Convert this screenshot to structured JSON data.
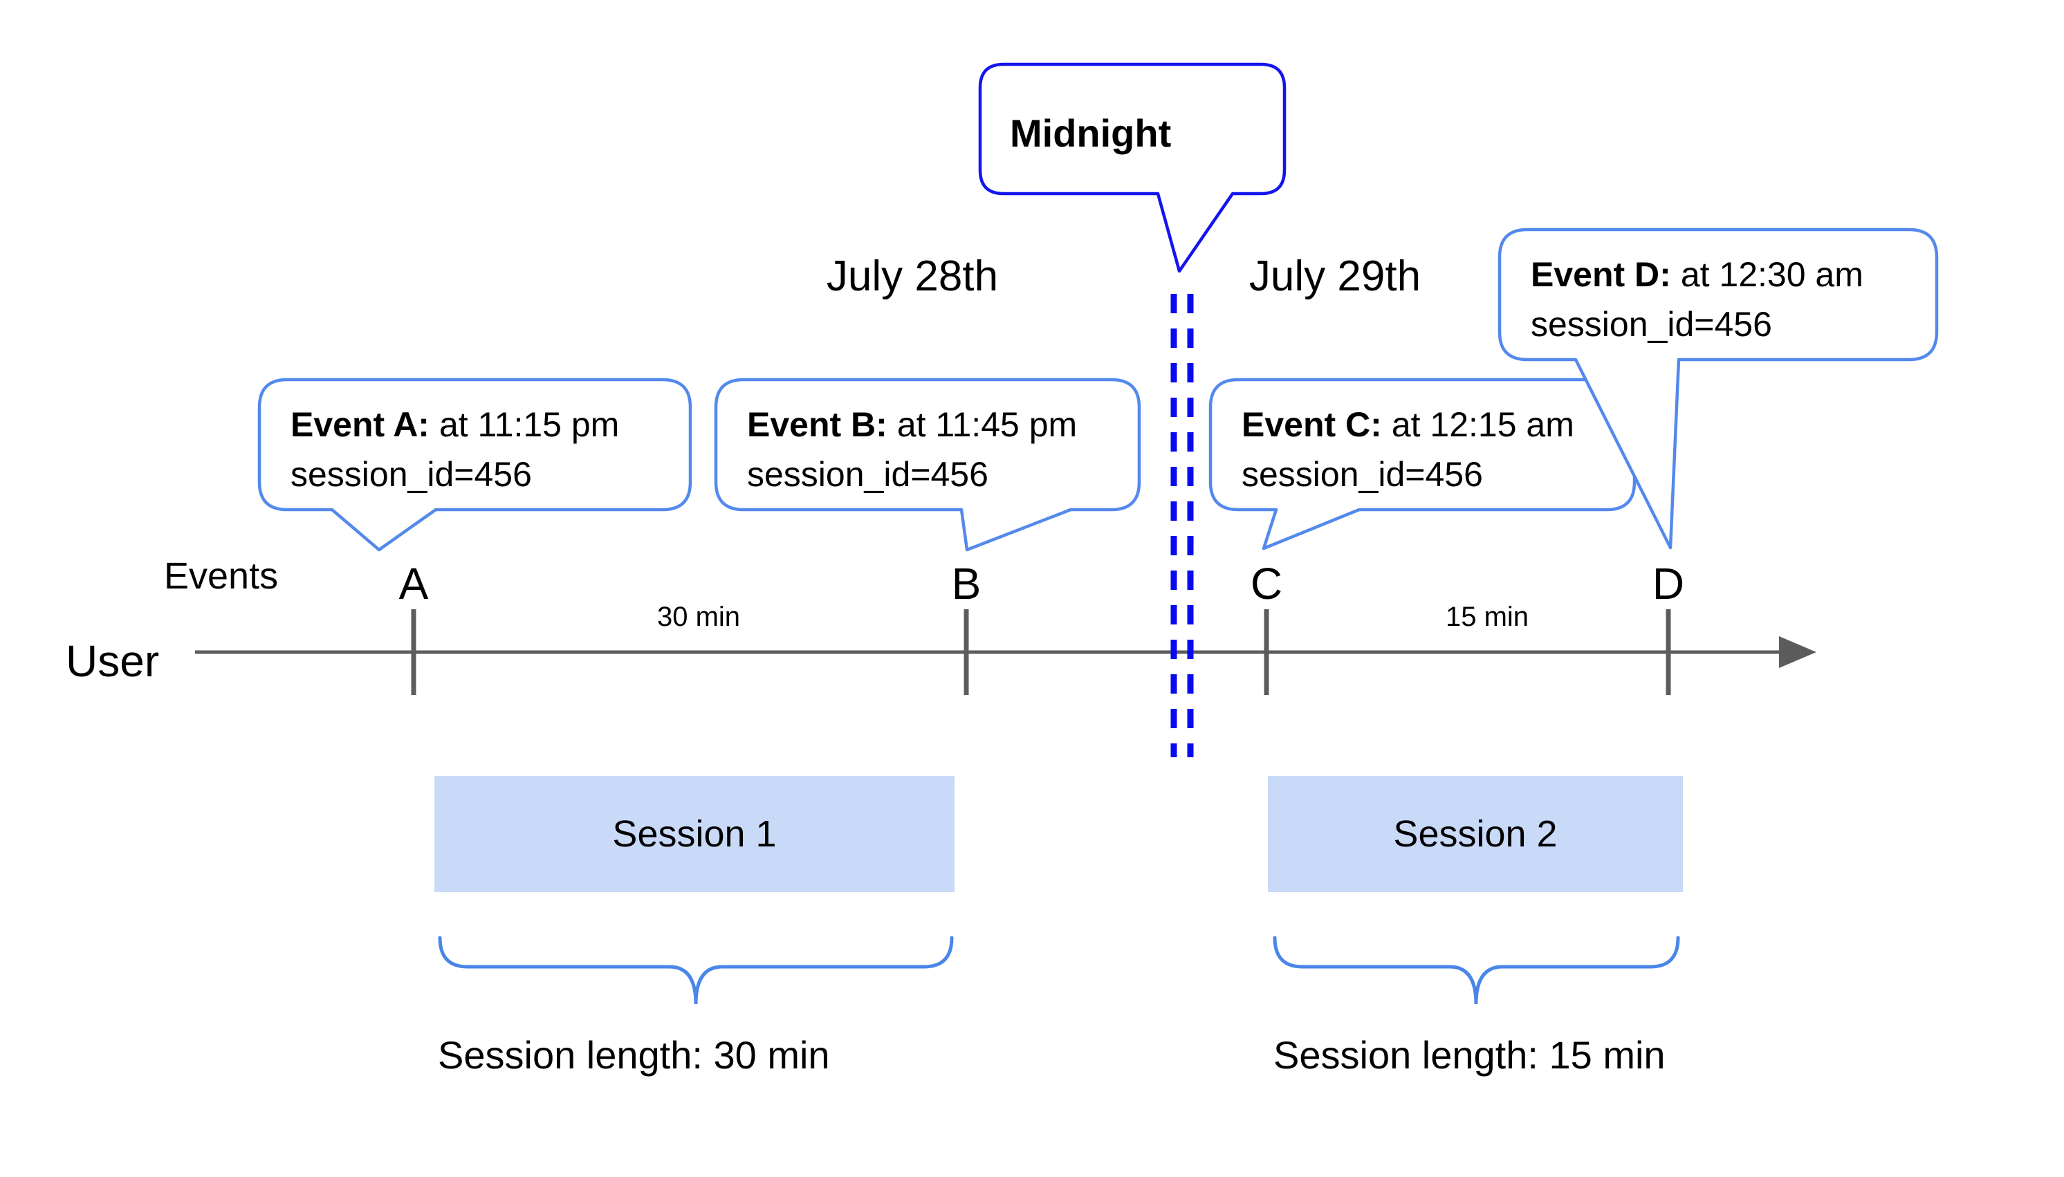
{
  "diagram": {
    "midnight_callout": {
      "label": "Midnight"
    },
    "dates": {
      "left": "July 28th",
      "right": "July 29th"
    },
    "axis": {
      "events_label": "Events",
      "user_label": "User"
    },
    "events": [
      {
        "letter": "A",
        "callout_bold": "Event A:",
        "callout_time": "at 11:15 pm",
        "callout_line2": "session_id=456"
      },
      {
        "letter": "B",
        "callout_bold": "Event B:",
        "callout_time": "at 11:45 pm",
        "callout_line2": "session_id=456"
      },
      {
        "letter": "C",
        "callout_bold": "Event C:",
        "callout_time": "at 12:15 am",
        "callout_line2": "session_id=456"
      },
      {
        "letter": "D",
        "callout_bold": "Event D:",
        "callout_time": "at 12:30 am",
        "callout_line2": "session_id=456"
      }
    ],
    "intervals": [
      {
        "label": "30 min"
      },
      {
        "label": "15 min"
      }
    ],
    "sessions": [
      {
        "label": "Session 1",
        "length_label": "Session length: 30 min"
      },
      {
        "label": "Session 2",
        "length_label": "Session length: 15 min"
      }
    ],
    "colors": {
      "midnight_stroke": "#1414ee",
      "dashed_divider": "#0a0af0",
      "event_bubble_stroke": "#5489ec",
      "brace": "#4a86e8",
      "session_fill": "#c9daf8",
      "timeline_gray": "#5c5c5c",
      "text": "#000000",
      "background": "#ffffff"
    }
  }
}
